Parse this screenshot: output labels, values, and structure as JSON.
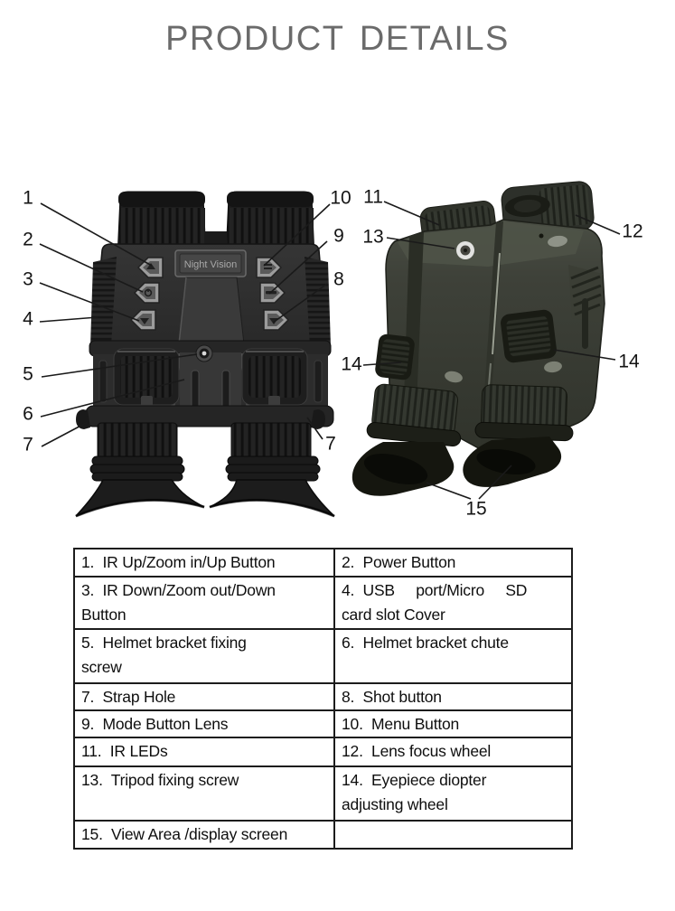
{
  "page": {
    "title": "PRODUCT DETAILS"
  },
  "diagram": {
    "device_plate_label": "Night Vision",
    "callouts": [
      {
        "label": "1"
      },
      {
        "label": "2"
      },
      {
        "label": "3"
      },
      {
        "label": "4"
      },
      {
        "label": "5"
      },
      {
        "label": "6"
      },
      {
        "label": "7"
      },
      {
        "label": "10"
      },
      {
        "label": "9"
      },
      {
        "label": "8"
      },
      {
        "label": "7"
      },
      {
        "label": "11"
      },
      {
        "label": "13"
      },
      {
        "label": "12"
      },
      {
        "label": "14"
      },
      {
        "label": "14"
      },
      {
        "label": "15"
      }
    ]
  },
  "table": {
    "rows": [
      {
        "left": "1.  IR Up/Zoom in/Up Button",
        "right": "2.  Power Button"
      },
      {
        "left": "3.  IR Down/Zoom out/Down\nButton",
        "right": "4.  USB     port/Micro     SD\ncard slot Cover"
      },
      {
        "left": "5.  Helmet bracket fixing\nscrew",
        "right": "6.  Helmet bracket chute"
      },
      {
        "left": "7.  Strap Hole",
        "right": "8.  Shot button"
      },
      {
        "left": "9.  Mode Button Lens",
        "right": "10.  Menu Button"
      },
      {
        "left": "11.  IR LEDs",
        "right": "12.  Lens focus wheel"
      },
      {
        "left": "13.  Tripod fixing screw",
        "right": "14.  Eyepiece diopter\nadjusting wheel"
      },
      {
        "left": "15.  View Area /display screen",
        "right": ""
      }
    ]
  }
}
